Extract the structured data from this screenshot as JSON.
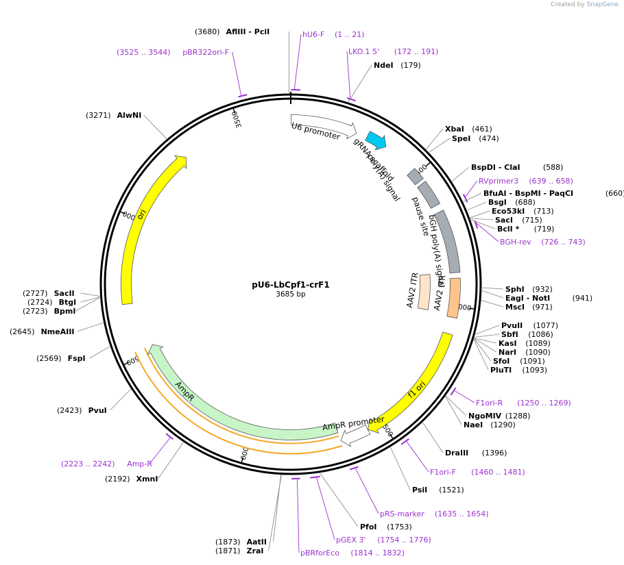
{
  "credit": {
    "prefix": "Created by",
    "brand": "SnapGene"
  },
  "plasmid": {
    "name": "pU6-LbCpf1-crF1",
    "length": 3685,
    "length_label": "3685 bp"
  },
  "ticks": [
    500,
    1000,
    1500,
    2000,
    2500,
    3000,
    3500
  ],
  "features": [
    {
      "name": "U6 promoter",
      "start": 1,
      "end": 241,
      "strand": 1,
      "color": "#ffffff"
    },
    {
      "name": "gRNA scaffold",
      "start": 280,
      "end": 355,
      "strand": 1,
      "color": "#00c8f0"
    },
    {
      "name": "poly(A) signal",
      "start": 480,
      "end": 526,
      "strand": 0,
      "color": "#a6acb3"
    },
    {
      "name": "pause site",
      "start": 538,
      "end": 630,
      "strand": 0,
      "color": "#a6acb3"
    },
    {
      "name": "bGH poly(A) signal",
      "start": 656,
      "end": 880,
      "strand": 0,
      "color": "#a6acb3"
    },
    {
      "name": "AAV2 ITR",
      "start": 900,
      "end": 1040,
      "strand": 0,
      "color": "#ffc48c"
    },
    {
      "name": "AAV2 ITR",
      "start": 880,
      "end": 1030,
      "strand": 0,
      "color": "#ffe4c8"
    },
    {
      "name": "f1 ori",
      "start": 1100,
      "end": 1556,
      "strand": 1,
      "color": "#ffff00"
    },
    {
      "name": "AmpR promoter",
      "start": 1557,
      "end": 1661,
      "strand": 1,
      "color": "#ffffff"
    },
    {
      "name": "AmpR",
      "start": 1662,
      "end": 2522,
      "strand": 1,
      "color": "#c8f5c8"
    },
    {
      "name": "ori",
      "start": 2693,
      "end": 3281,
      "strand": 1,
      "color": "#ffff00"
    }
  ],
  "orf": {
    "start": 1662,
    "end": 2522,
    "color": "#f5a623"
  },
  "enzymes": [
    {
      "name": "AflIII  - PciI",
      "pos": 3680,
      "label": "(3680)"
    },
    {
      "name": "NdeI",
      "pos": 179,
      "label": "(179)"
    },
    {
      "name": "XbaI",
      "pos": 461,
      "label": "(461)"
    },
    {
      "name": "SpeI",
      "pos": 474,
      "label": "(474)"
    },
    {
      "name": "BspDI  - ClaI",
      "pos": 588,
      "label": "(588)"
    },
    {
      "name": "BfuAI  - BspMI  - PaqCI",
      "pos": 660,
      "label": "(660)"
    },
    {
      "name": "BsgI",
      "pos": 688,
      "label": "(688)"
    },
    {
      "name": "Eco53kI",
      "pos": 713,
      "label": "(713)"
    },
    {
      "name": "SacI",
      "pos": 715,
      "label": "(715)"
    },
    {
      "name": "BclI *",
      "pos": 719,
      "label": "(719)"
    },
    {
      "name": "SphI",
      "pos": 932,
      "label": "(932)"
    },
    {
      "name": "EagI  - NotI",
      "pos": 941,
      "label": "(941)"
    },
    {
      "name": "MscI",
      "pos": 971,
      "label": "(971)"
    },
    {
      "name": "PvuII",
      "pos": 1077,
      "label": "(1077)"
    },
    {
      "name": "SbfI",
      "pos": 1086,
      "label": "(1086)"
    },
    {
      "name": "KasI",
      "pos": 1089,
      "label": "(1089)"
    },
    {
      "name": "NarI",
      "pos": 1090,
      "label": "(1090)"
    },
    {
      "name": "SfoI",
      "pos": 1091,
      "label": "(1091)"
    },
    {
      "name": "PluTI",
      "pos": 1093,
      "label": "(1093)"
    },
    {
      "name": "NgoMIV",
      "pos": 1288,
      "label": "(1288)"
    },
    {
      "name": "NaeI",
      "pos": 1290,
      "label": "(1290)"
    },
    {
      "name": "DraIII",
      "pos": 1396,
      "label": "(1396)"
    },
    {
      "name": "PsiI",
      "pos": 1521,
      "label": "(1521)"
    },
    {
      "name": "PfoI",
      "pos": 1753,
      "label": "(1753)"
    },
    {
      "name": "AatII",
      "pos": 1873,
      "label": "(1873)"
    },
    {
      "name": "ZraI",
      "pos": 1871,
      "label": "(1871)"
    },
    {
      "name": "XmnI",
      "pos": 2192,
      "label": "(2192)"
    },
    {
      "name": "PvuI",
      "pos": 2423,
      "label": "(2423)"
    },
    {
      "name": "FspI",
      "pos": 2569,
      "label": "(2569)"
    },
    {
      "name": "NmeAIII",
      "pos": 2645,
      "label": "(2645)"
    },
    {
      "name": "BpmI",
      "pos": 2723,
      "label": "(2723)"
    },
    {
      "name": "BtgI",
      "pos": 2724,
      "label": "(2724)"
    },
    {
      "name": "SacII",
      "pos": 2727,
      "label": "(2727)"
    },
    {
      "name": "AlwNI",
      "pos": 3271,
      "label": "(3271)"
    }
  ],
  "primers": [
    {
      "name": "hU6-F",
      "range": "(1 .. 21)",
      "start": 1,
      "end": 21
    },
    {
      "name": "LKO.1 5'",
      "range": "(172 .. 191)",
      "start": 172,
      "end": 191
    },
    {
      "name": "RVprimer3",
      "range": "(639 .. 658)",
      "start": 639,
      "end": 658
    },
    {
      "name": "BGH-rev",
      "range": "(726 .. 743)",
      "start": 726,
      "end": 743
    },
    {
      "name": "F1ori-R",
      "range": "(1250 .. 1269)",
      "start": 1250,
      "end": 1269
    },
    {
      "name": "F1ori-F",
      "range": "(1460 .. 1481)",
      "start": 1460,
      "end": 1481
    },
    {
      "name": "pRS-marker",
      "range": "(1635 .. 1654)",
      "start": 1635,
      "end": 1654
    },
    {
      "name": "pGEX 3'",
      "range": "(1754 .. 1776)",
      "start": 1754,
      "end": 1776
    },
    {
      "name": "pBRforEco",
      "range": "(1814 .. 1832)",
      "start": 1814,
      "end": 1832
    },
    {
      "name": "Amp-R",
      "range": "(2223 .. 2242)",
      "start": 2223,
      "end": 2242
    },
    {
      "name": "pBR322ori-F",
      "range": "(3525 .. 3544)",
      "start": 3525,
      "end": 3544
    }
  ],
  "colors": {
    "primer": "#9b30d0",
    "backbone": "#000000",
    "leader": "#808080"
  }
}
